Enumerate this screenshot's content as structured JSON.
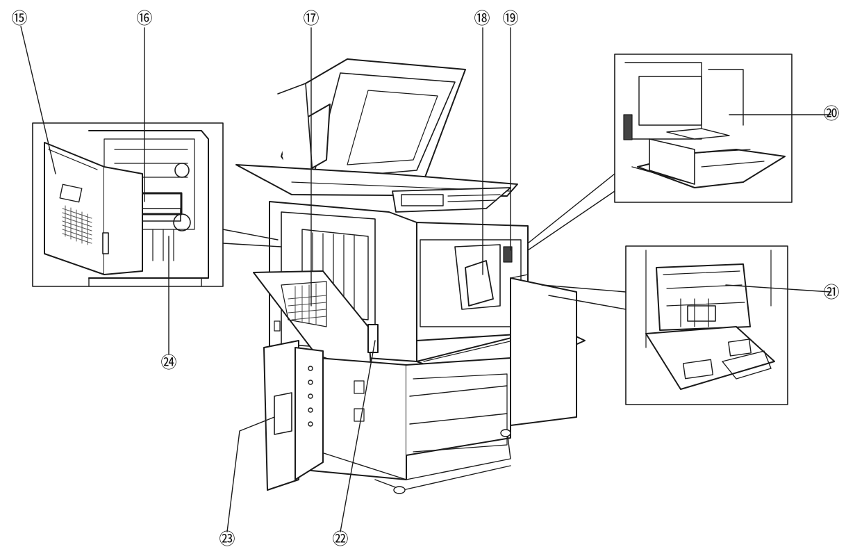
{
  "callouts": [
    {
      "id": "c15",
      "label": "⑮"
    },
    {
      "id": "c16",
      "label": "⑯"
    },
    {
      "id": "c17",
      "label": "⑰"
    },
    {
      "id": "c18",
      "label": "⑱"
    },
    {
      "id": "c19",
      "label": "⑲"
    },
    {
      "id": "c20",
      "label": "⑳"
    },
    {
      "id": "c21",
      "label": "㉑"
    },
    {
      "id": "c22",
      "label": "㉒"
    },
    {
      "id": "c23",
      "label": "㉓"
    },
    {
      "id": "c24",
      "label": "㉔"
    }
  ],
  "colors": {
    "line": "#1a1a1a",
    "fill": "#ffffff",
    "shade": "#d9d9d9",
    "dark": "#444444"
  }
}
